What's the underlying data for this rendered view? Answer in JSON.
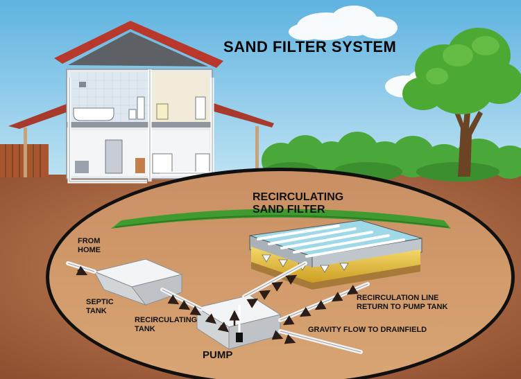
{
  "title": "SAND FILTER SYSTEM",
  "labels": {
    "filter_line1": "RECIRCULATING",
    "filter_line2": "SAND FILTER",
    "from_home_line1": "FROM",
    "from_home_line2": "HOME",
    "septic_line1": "SEPTIC",
    "septic_line2": "TANK",
    "recirc_tank_line1": "RECIRCULATING",
    "recirc_tank_line2": "TANK",
    "pump": "PUMP",
    "recirc_line1": "RECIRCULATION LINE",
    "recirc_line2": "RETURN TO PUMP TANK",
    "gravity": "GRAVITY FLOW TO DRAINFIELD"
  },
  "colors": {
    "sky": "#7fc4e8",
    "soil": "#b5714a",
    "soil_deep": "#8a4a2c",
    "grass": "#3f9a2f",
    "roof": "#b03a2e",
    "house": "#dfe3e8",
    "tank": "#e4e6e8",
    "sand": "#e6c23a",
    "water": "#9fd8e6",
    "arrow": "#2b1d17"
  }
}
